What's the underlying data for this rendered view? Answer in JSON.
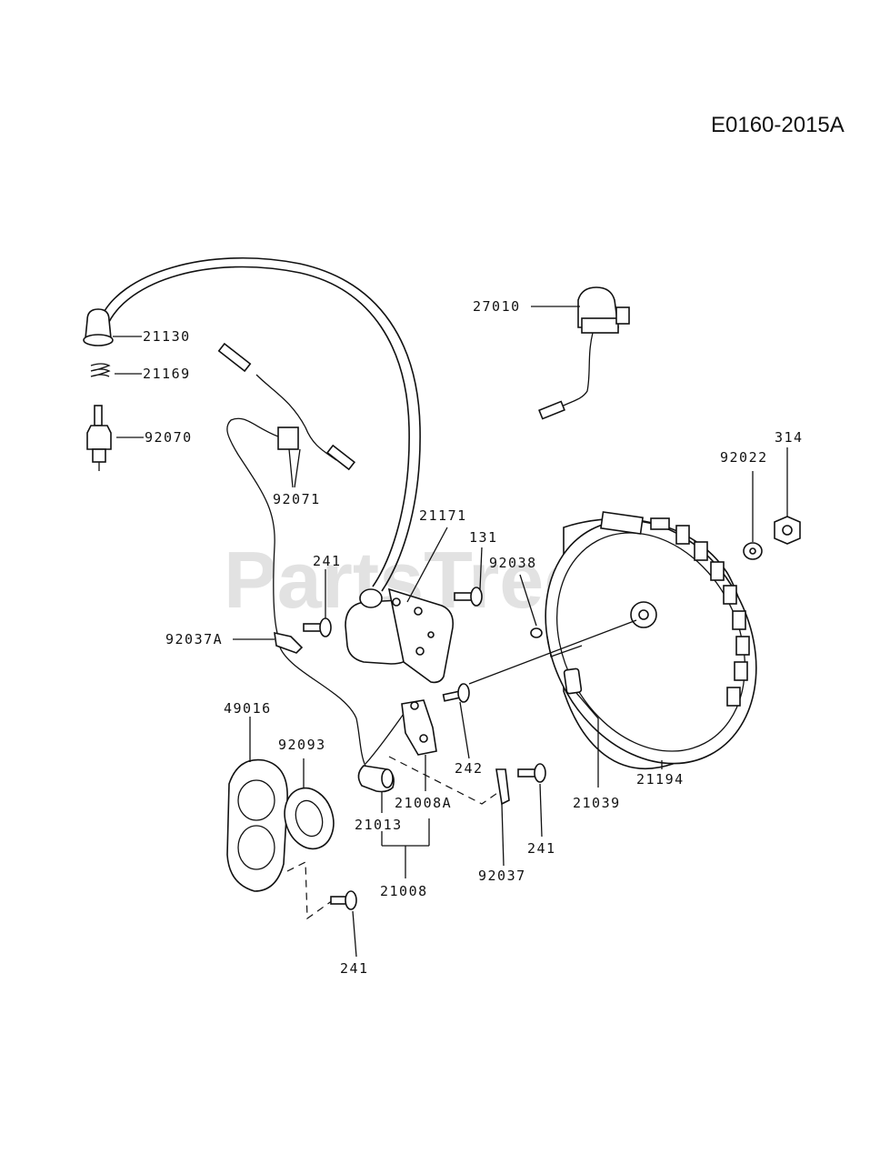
{
  "diagram_code": "E0160-2015A",
  "watermark": "PartsTree",
  "labels": {
    "l21130": "21130",
    "l21169": "21169",
    "l92070": "92070",
    "l92071": "92071",
    "l27010": "27010",
    "l92022": "92022",
    "l314": "314",
    "l21171": "21171",
    "l131": "131",
    "l92038": "92038",
    "l241a": "241",
    "l92037A": "92037A",
    "l49016": "49016",
    "l92093": "92093",
    "l242": "242",
    "l21008A": "21008A",
    "l21013": "21013",
    "l21008": "21008",
    "l92037": "92037",
    "l241b": "241",
    "l21039": "21039",
    "l21194": "21194",
    "l241c": "241"
  }
}
